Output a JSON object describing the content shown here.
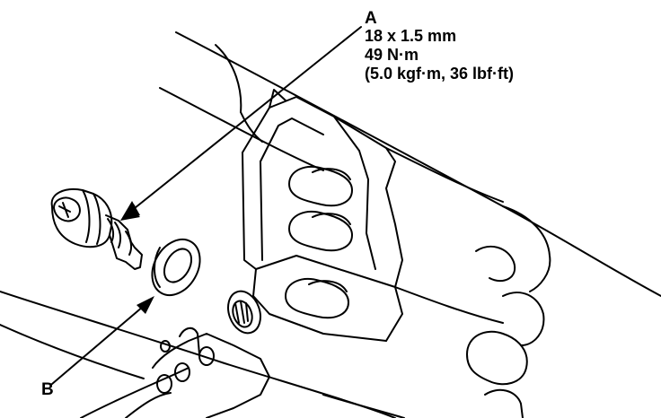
{
  "callout_a": {
    "letter": "A",
    "size": "18 x 1.5 mm",
    "torque": "49 N·m",
    "torque_alt": "(5.0 kgf·m, 36 lbf·ft)"
  },
  "callout_b": {
    "letter": "B"
  },
  "colors": {
    "ink": "#000000",
    "paper": "#ffffff"
  }
}
